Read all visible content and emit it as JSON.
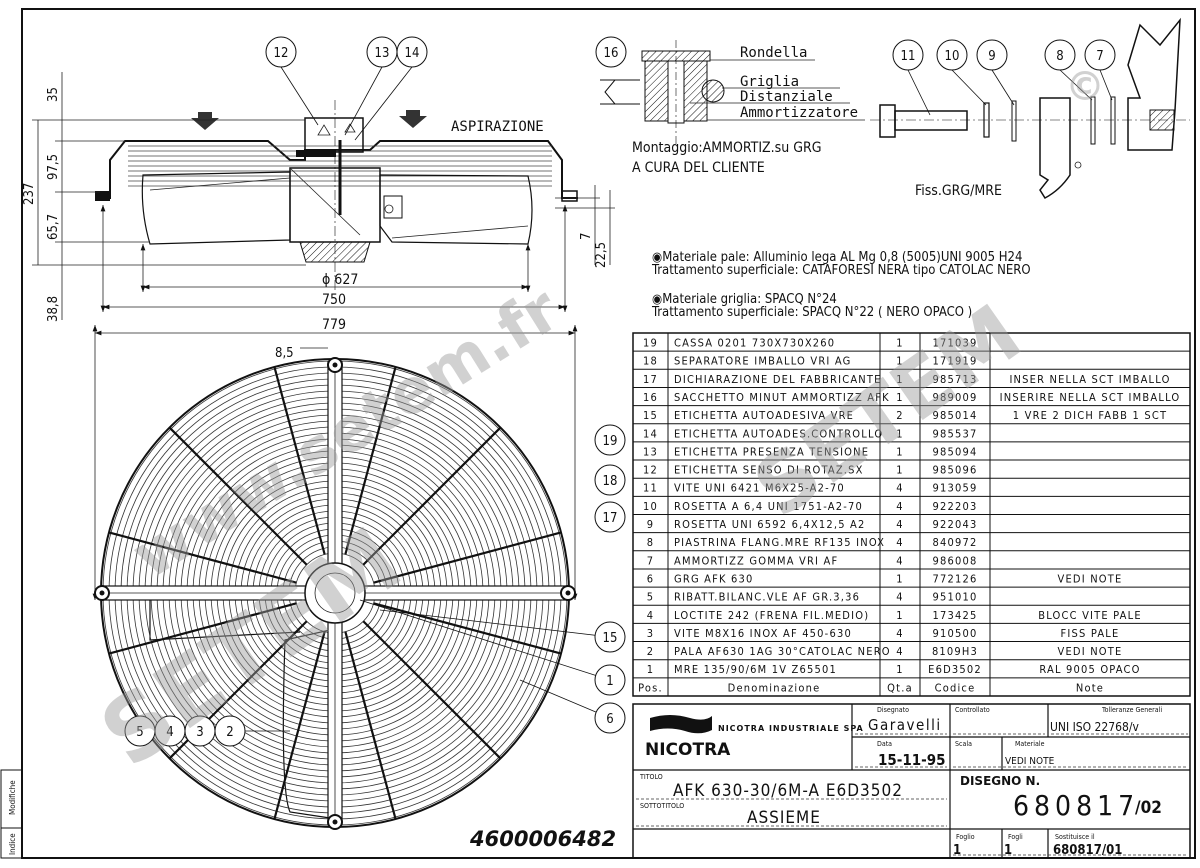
{
  "drawing": {
    "side_view": {
      "dimensions": {
        "d35": "35",
        "d237": "237",
        "d97_5": "97,5",
        "d65_7": "65,7",
        "d38_8": "38,8",
        "d627": "ϕ 627",
        "d750": "750",
        "d779": "779",
        "d7": "7",
        "d22_5": "22,5",
        "d8_5": "8,5"
      },
      "airflow_label": "ASPIRAZIONE"
    },
    "detail": {
      "labels": [
        "Rondella",
        "Griglia",
        "Distanziale",
        "Ammortizzatore"
      ],
      "mounting_note_1": "Montaggio:AMMORTIZ.su GRG",
      "mounting_note_2": "A CURA DEL CLIENTE",
      "fixing_label": "Fiss.GRG/MRE"
    },
    "balloons": [
      "12",
      "13",
      "14",
      "16",
      "11",
      "10",
      "9",
      "8",
      "7",
      "19",
      "18",
      "17",
      "15",
      "1",
      "6",
      "5",
      "4",
      "3",
      "2"
    ],
    "notes": [
      "◉Materiale pale: Alluminio lega AL Mg 0,8 (5005)UNI 9005 H24",
      " Trattamento superficiale: CATAFORESI NERA tipo CATOLAC NERO",
      "◉Materiale griglia: SPACQ N°24",
      " Trattamento superficiale: SPACQ  N°22 ( NERO OPACO )"
    ],
    "part_number": "4600006482"
  },
  "bom": {
    "header": {
      "pos": "Pos.",
      "name": "Denominazione",
      "qty": "Qt.a",
      "code": "Codice",
      "note": "Note"
    },
    "rows": [
      {
        "pos": "19",
        "name": "CASSA 0201 730X730X260",
        "qty": "1",
        "code": "171039",
        "note": ""
      },
      {
        "pos": "18",
        "name": "SEPARATORE IMBALLO VRI AG",
        "qty": "1",
        "code": "171919",
        "note": ""
      },
      {
        "pos": "17",
        "name": "DICHIARAZIONE DEL FABBRICANTE",
        "qty": "1",
        "code": "985713",
        "note": "INSER NELLA SCT IMBALLO"
      },
      {
        "pos": "16",
        "name": "SACCHETTO MINUT AMMORTIZZ AFK",
        "qty": "1",
        "code": "989009",
        "note": "INSERIRE NELLA SCT IMBALLO"
      },
      {
        "pos": "15",
        "name": "ETICHETTA AUTOADESIVA VRE",
        "qty": "2",
        "code": "985014",
        "note": "1 VRE 2 DICH FABB 1 SCT"
      },
      {
        "pos": "14",
        "name": "ETICHETTA AUTOADES.CONTROLLO",
        "qty": "1",
        "code": "985537",
        "note": ""
      },
      {
        "pos": "13",
        "name": "ETICHETTA PRESENZA TENSIONE",
        "qty": "1",
        "code": "985094",
        "note": ""
      },
      {
        "pos": "12",
        "name": "ETICHETTA SENSO DI ROTAZ.SX",
        "qty": "1",
        "code": "985096",
        "note": ""
      },
      {
        "pos": "11",
        "name": "VITE UNI 6421 M6X25-A2-70",
        "qty": "4",
        "code": "913059",
        "note": ""
      },
      {
        "pos": "10",
        "name": "ROSETTA A 6,4 UNI 1751-A2-70",
        "qty": "4",
        "code": "922203",
        "note": ""
      },
      {
        "pos": "9",
        "name": "ROSETTA UNI 6592 6,4X12,5 A2",
        "qty": "4",
        "code": "922043",
        "note": ""
      },
      {
        "pos": "8",
        "name": "PIASTRINA FLANG.MRE RF135 INOX",
        "qty": "4",
        "code": "840972",
        "note": ""
      },
      {
        "pos": "7",
        "name": "AMMORTIZZ GOMMA VRI AF",
        "qty": "4",
        "code": "986008",
        "note": ""
      },
      {
        "pos": "6",
        "name": "GRG AFK 630",
        "qty": "1",
        "code": "772126",
        "note": "VEDI NOTE"
      },
      {
        "pos": "5",
        "name": "RIBATT.BILANC.VLE AF GR.3,36",
        "qty": "4",
        "code": "951010",
        "note": ""
      },
      {
        "pos": "4",
        "name": "LOCTITE 242 (FRENA FIL.MEDIO)",
        "qty": "1",
        "code": "173425",
        "note": "BLOCC VITE PALE"
      },
      {
        "pos": "3",
        "name": "VITE M8X16 INOX AF 450-630",
        "qty": "4",
        "code": "910500",
        "note": "FISS PALE"
      },
      {
        "pos": "2",
        "name": "PALA AF630 1AG 30°CATOLAC NERO",
        "qty": "4",
        "code": "8109H3",
        "note": "VEDI NOTE"
      },
      {
        "pos": "1",
        "name": "MRE 135/90/6M 1V Z65501",
        "qty": "1",
        "code": "E6D3502",
        "note": "RAL  9005 OPACO"
      }
    ]
  },
  "title_block": {
    "company": "NICOTRA INDUSTRIALE SPA",
    "logo_text": "NICOTRA",
    "drawn_by_label": "Disegnato",
    "drawn_by": "Garavelli",
    "checked_label": "Controllato",
    "checked": "",
    "tolerance_label": "Tolleranze Generali",
    "tolerance": "UNI ISO 22768/v",
    "date_label": "Data",
    "date": "15-11-95",
    "scale_label": "Scala",
    "scale": "",
    "material_label": "Materiale",
    "material": "VEDI NOTE",
    "title_label": "TITOLO",
    "title": "AFK 630-30/6M-A E6D3502",
    "subtitle_label": "SOTTOTITOLO",
    "subtitle": "ASSIEME",
    "drawing_no_label": "DISEGNO N.",
    "drawing_no": "680817",
    "revision": "/02",
    "sheet_label": "Foglio",
    "sheet": "1",
    "sheets_label": "Fogli",
    "sheets": "1",
    "replaces_label": "Sostituisce il",
    "replaces": "680817/01"
  },
  "side_strip": {
    "changes": "Modifiche",
    "index": "Indice"
  },
  "watermark": {
    "url": "www.setem.fr",
    "brand": "SETEM",
    "symbol": "©"
  }
}
